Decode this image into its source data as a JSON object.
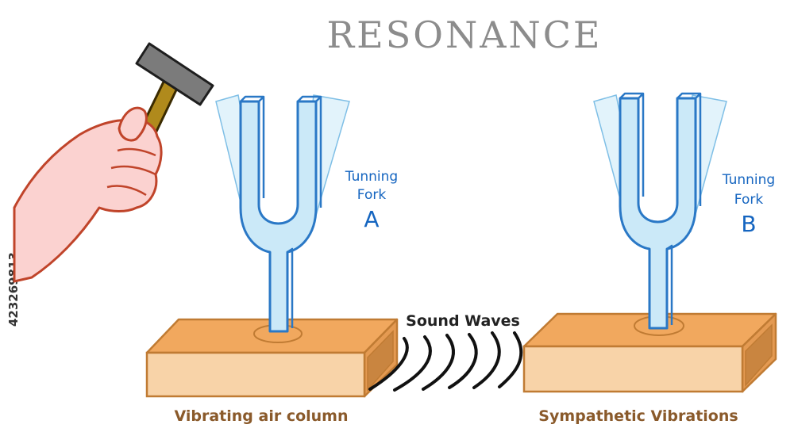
{
  "title": "RESONANCE",
  "fork_a": {
    "line1": "Tunning",
    "line2": "Fork",
    "letter": "A"
  },
  "fork_b": {
    "line1": "Tunning",
    "line2": "Fork",
    "letter": "B"
  },
  "sound_waves": "Sound Waves",
  "caption_left": "Vibrating air column",
  "caption_right": "Sympathetic Vibrations",
  "stock_id": "423269813",
  "colors": {
    "fork_fill": "#cbe9f8",
    "fork_outline": "#2a78c6",
    "box_top": "#f1a85e",
    "box_front": "#f8d3a8",
    "box_outline": "#c07b33",
    "hand_skin": "#fbd2d0",
    "hand_outline": "#c0442a",
    "hammer_head": "#7b7b7b",
    "hammer_handle": "#b08a1c",
    "label_blue": "#1565c0",
    "caption_brown": "#8a5a2b"
  }
}
